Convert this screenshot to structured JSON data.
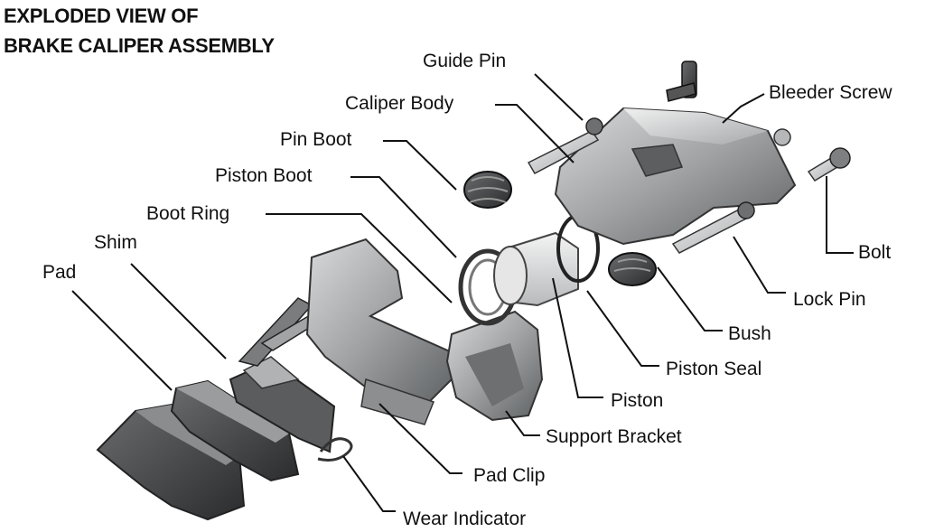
{
  "title": {
    "line1": "EXPLODED VIEW OF",
    "line2": "BRAKE CALIPER ASSEMBLY"
  },
  "labels": {
    "guide_pin": "Guide Pin",
    "caliper_body": "Caliper Body",
    "bleeder_screw": "Bleeder Screw",
    "pin_boot": "Pin Boot",
    "piston_boot": "Piston Boot",
    "boot_ring": "Boot Ring",
    "shim": "Shim",
    "pad": "Pad",
    "bolt": "Bolt",
    "lock_pin": "Lock Pin",
    "bush": "Bush",
    "piston_seal": "Piston Seal",
    "piston": "Piston",
    "support_bracket": "Support Bracket",
    "pad_clip": "Pad Clip",
    "wear_indicator": "Wear Indicator"
  }
}
